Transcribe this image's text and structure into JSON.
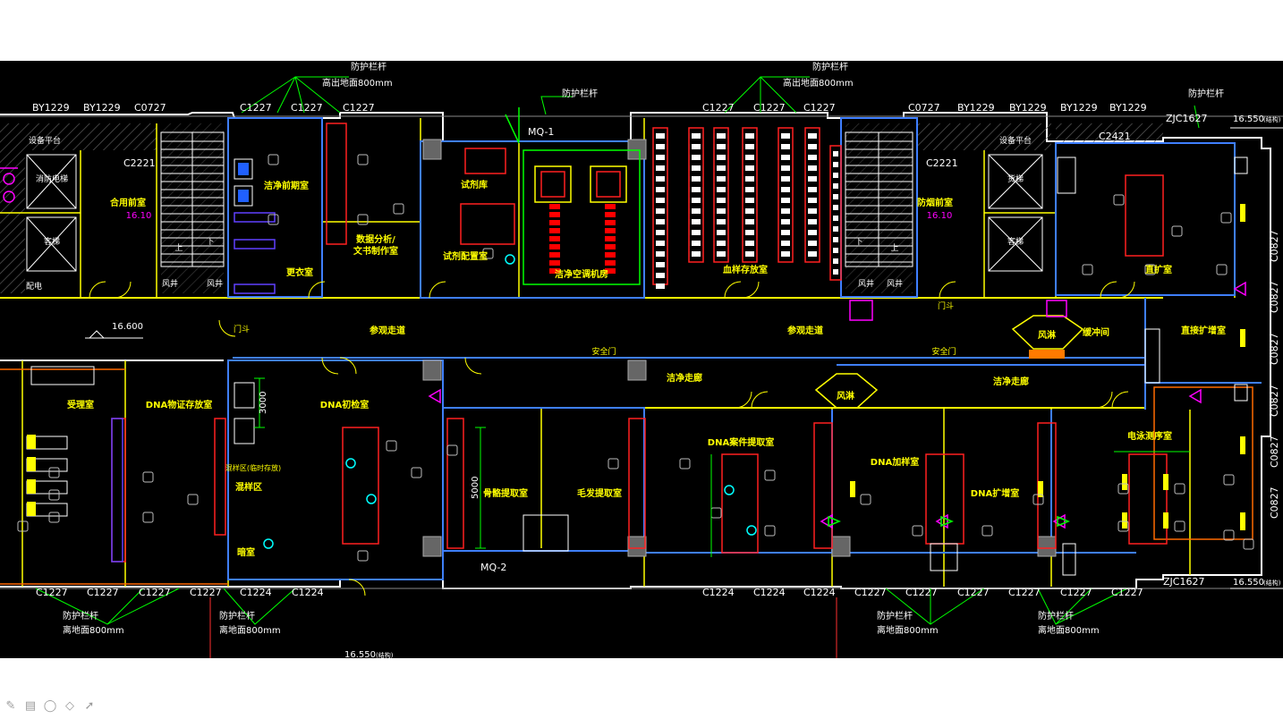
{
  "colors": {
    "background": "#000000",
    "wall": "#ffffff",
    "partition": "#ffff00",
    "glass": "#3f7fff",
    "equipment": "#ff2020",
    "room_text": "#ffff00",
    "window_text": "#ffffff",
    "accent_magenta": "#ff00ff",
    "accent_green": "#00ff00",
    "accent_cyan": "#00ffff"
  },
  "rooms": {
    "clean_prep": "洁净前期室",
    "data_analysis": "数据分析/\n文书制作室",
    "change_room": "更衣室",
    "reagent_store": "试剂库",
    "reagent_prep": "试剂配置室",
    "clean_ac": "洁净空调机房",
    "sample_store": "血样存放室",
    "amplification": "直扩室",
    "elevator_hall_left": "合用前室",
    "elevator_hall_right": "防烟前室",
    "visit_corridor_1": "参观走道",
    "visit_corridor_2": "参观走道",
    "air_shower_1": "风淋",
    "air_shower_2": "风淋",
    "buffer": "缓冲间",
    "direct_amp": "直接扩增室",
    "reception": "受理室",
    "dna_storage": "DNA物证存放室",
    "dna_test": "DNA初检室",
    "clean_corridor_1": "洁净走廊",
    "clean_corridor_2": "洁净走廊",
    "bone_extract": "骨骼提取室",
    "hair_extract": "毛发提取室",
    "dna_case_extract": "DNA案件提取室",
    "dna_sample_add": "DNA加样室",
    "dna_amp": "DNA扩增室",
    "electrophoresis": "电泳测序室",
    "mix_zone": "混样区",
    "dark_room": "暗室",
    "lift_1": "消防电梯",
    "lift_2": "客梯",
    "lift_3": "货梯",
    "lift_4": "客梯",
    "power_room": "配电",
    "fan_shaft": "风井",
    "platform": "设备平台",
    "safety_exit": "安全门",
    "door_curtain": "门斗"
  },
  "windows": {
    "top": [
      "BY1229",
      "BY1229",
      "C0727",
      "C1227",
      "C1227",
      "C1227",
      "C1227",
      "C1227",
      "C1227",
      "C0727",
      "BY1229",
      "BY1229",
      "BY1229",
      "BY1229",
      "ZJC1627",
      "C2221",
      "C2221",
      "C2421"
    ],
    "bottom": [
      "C1227",
      "C1227",
      "C1227",
      "C1227",
      "C1224",
      "C1224",
      "C1224",
      "C1224",
      "C1224",
      "C1227",
      "C1227",
      "C1227",
      "C1227",
      "C1227",
      "C1227",
      "ZJC1627"
    ],
    "right": [
      "C0827",
      "C0827",
      "C0827",
      "C0827",
      "C0827",
      "C0827"
    ],
    "doors": [
      "MQ-1",
      "MQ-2"
    ]
  },
  "annotations": {
    "guardrail": "防护栏杆",
    "height_note": "离地面800mm",
    "height_note_alt": "高出地面800mm",
    "elev_left": "16.600",
    "elev_right_top": "16.550",
    "elev_right_bottom": "16.550",
    "elev_bottom": "16.550",
    "elev_tag": "(结构)",
    "floor_level": "16.10",
    "dim_3000": "3000",
    "dim_5000": "5000",
    "stair_up": "上",
    "stair_down": "下",
    "mix_note": "混样区(临时存放)"
  },
  "toolbar": [
    {
      "icon": "pen-icon",
      "glyph": "✎"
    },
    {
      "icon": "slide-icon",
      "glyph": "▤"
    },
    {
      "icon": "lasso-icon",
      "glyph": "◯"
    },
    {
      "icon": "eraser-icon",
      "glyph": "◇"
    },
    {
      "icon": "pointer-icon",
      "glyph": "➚"
    }
  ]
}
